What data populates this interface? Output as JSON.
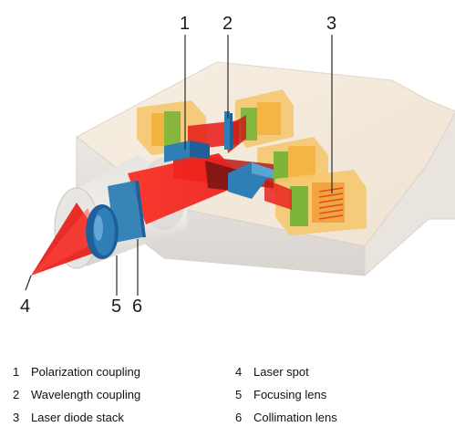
{
  "callouts": {
    "c1": "1",
    "c2": "2",
    "c3": "3",
    "c4": "4",
    "c5": "5",
    "c6": "6"
  },
  "legend": {
    "items": [
      {
        "num": "1",
        "label": "Polarization coupling"
      },
      {
        "num": "2",
        "label": "Wavelength coupling"
      },
      {
        "num": "3",
        "label": "Laser diode stack"
      },
      {
        "num": "4",
        "label": "Laser spot"
      },
      {
        "num": "5",
        "label": "Focusing lens"
      },
      {
        "num": "6",
        "label": "Collimation lens"
      }
    ]
  },
  "colors": {
    "housing": "#f3e8d9",
    "laser": "#e8231f",
    "laser_dark": "#8a1a1a",
    "diode_yellow": "#f5b43a",
    "diode_green": "#7fb43a",
    "optic_blue": "#2d7fb5",
    "lens_blue": "#1f5f9a"
  }
}
